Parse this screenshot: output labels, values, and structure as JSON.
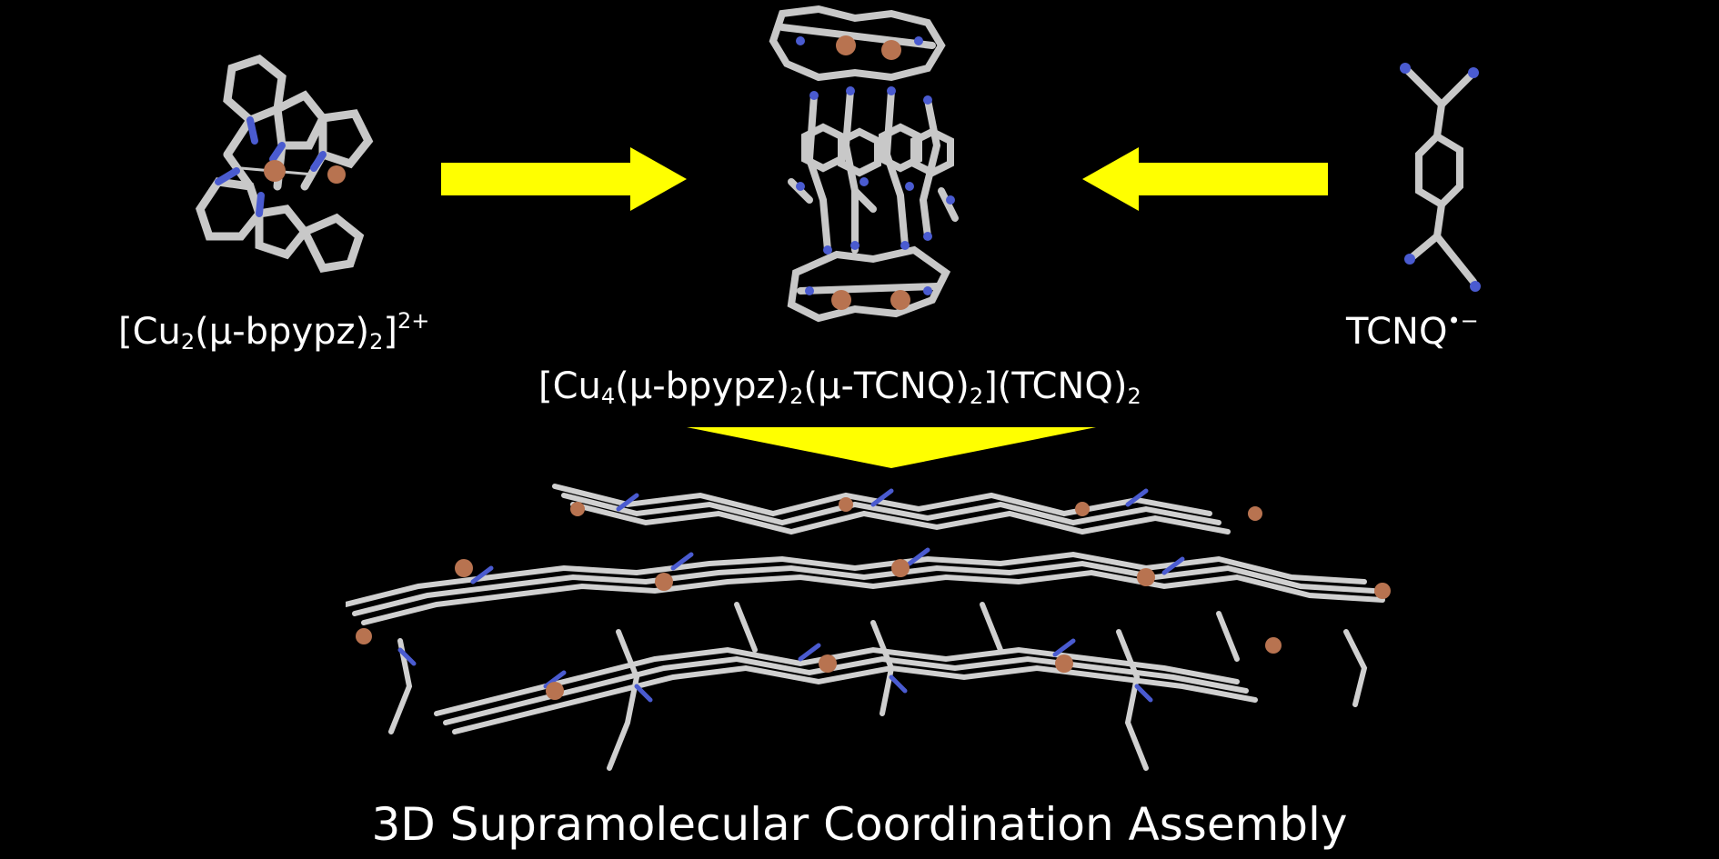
{
  "diagram": {
    "labels": {
      "cu2_prefix": "[Cu",
      "cu2_sub1": "2",
      "cu2_mid": "(μ-bpypz)",
      "cu2_sub2": "2",
      "cu2_close": "]",
      "cu2_sup": "2+",
      "tcnq_main": "TCNQ",
      "tcnq_sup": "•−",
      "product_p1": "[Cu",
      "product_s1": "4",
      "product_p2": "(μ-bpypz)",
      "product_s2": "2",
      "product_p3": "(μ-TCNQ)",
      "product_s3": "2",
      "product_p4": "](TCNQ)",
      "product_s4": "2",
      "title": "3D Supramolecular Coordination Assembly"
    },
    "colors": {
      "background": "#000000",
      "arrow": "#ffff00",
      "bond": "#c8c8c8",
      "nitrogen": "#4a5bd0",
      "copper": "#b87350",
      "text": "#ffffff"
    }
  }
}
